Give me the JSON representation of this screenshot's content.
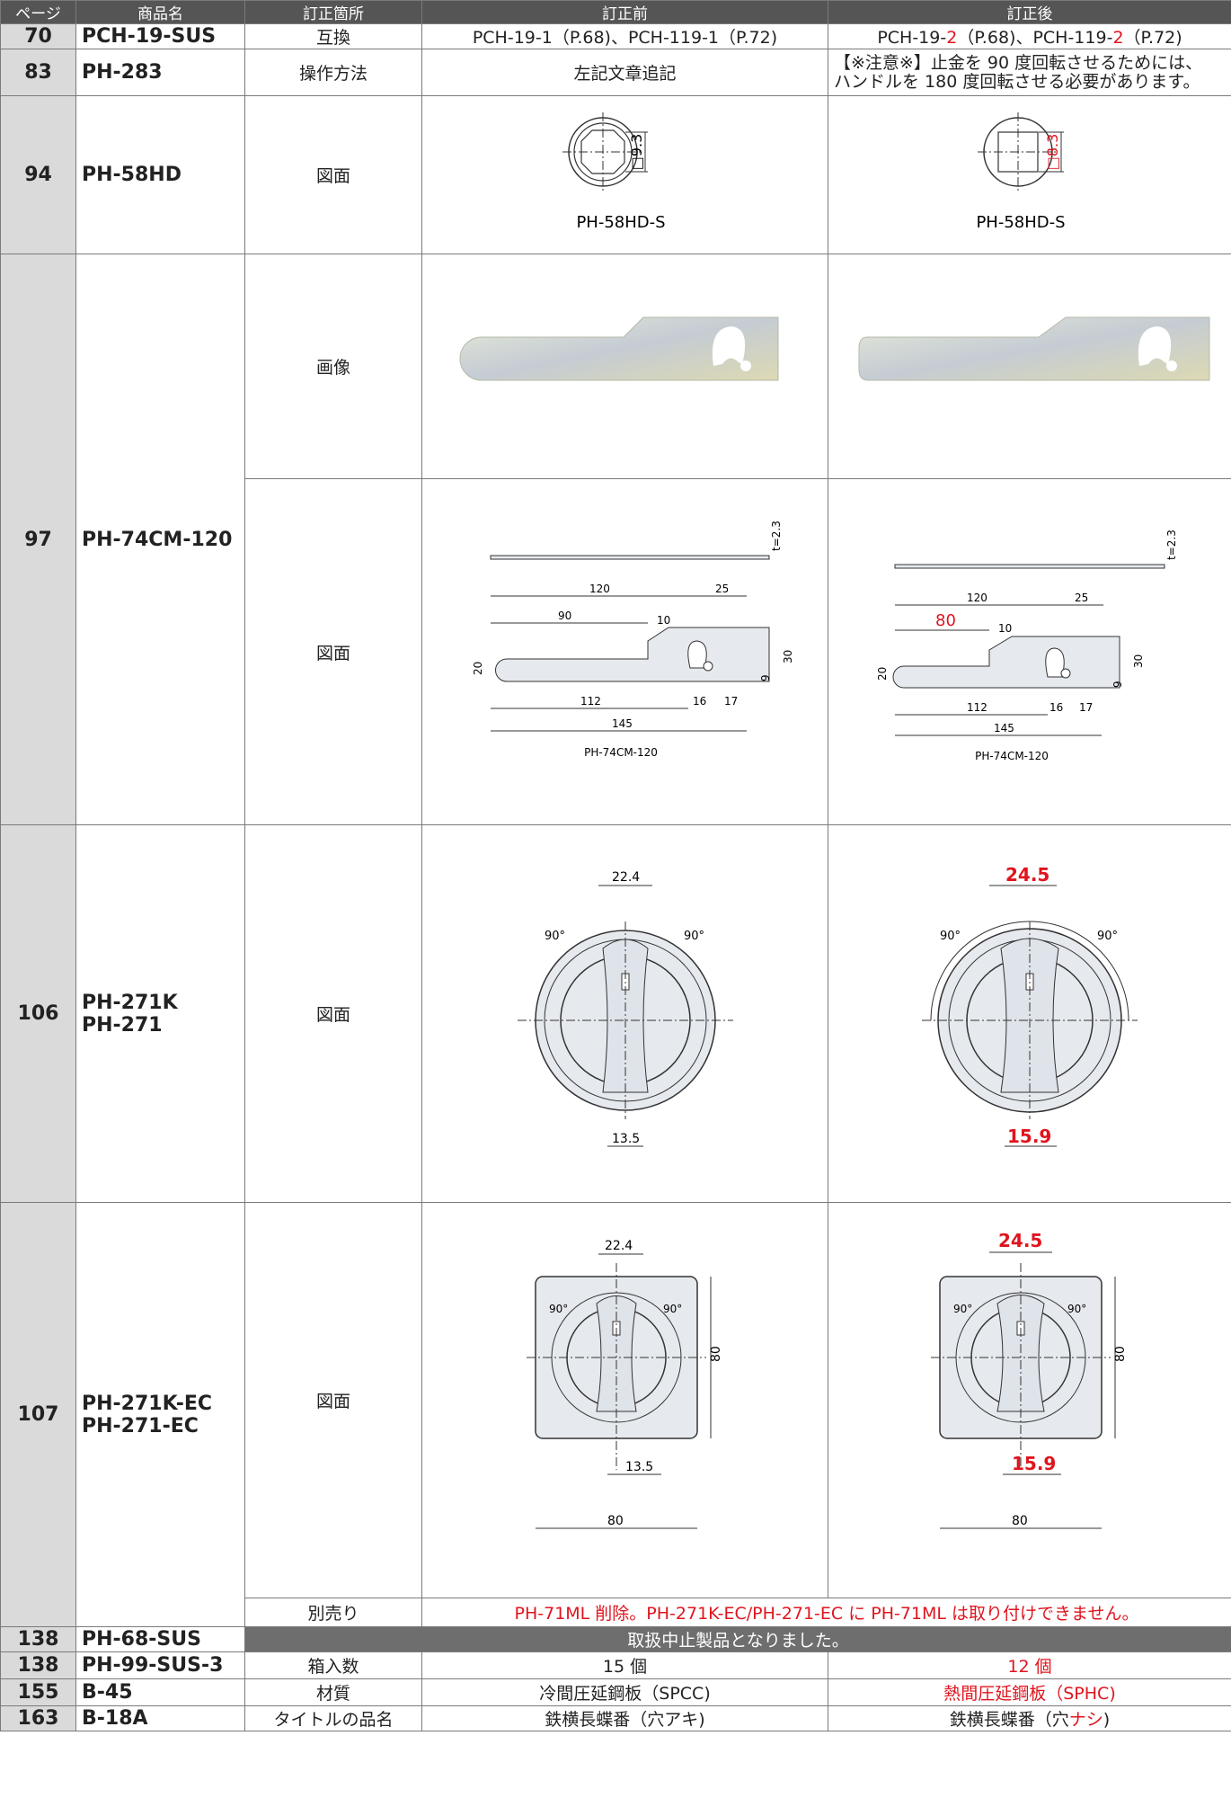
{
  "headers": {
    "page": "ページ",
    "product": "商品名",
    "location": "訂正箇所",
    "before": "訂正前",
    "after": "訂正後"
  },
  "rows": {
    "r70": {
      "page": "70",
      "product": "PCH-19-SUS",
      "location": "互換",
      "before": "PCH-19-1（P.68)、PCH-119-1（P.72)",
      "after_a": "PCH-19-",
      "after_b": "2",
      "after_c": "（P.68)、PCH-119-",
      "after_d": "2",
      "after_e": "（P.72)"
    },
    "r83": {
      "page": "83",
      "product": "PH-283",
      "location": "操作方法",
      "before": "左記文章追記",
      "after_line1": "【※注意※】止金を 90 度回転させるためには、",
      "after_line2": "ハンドルを 180 度回転させる必要があります。"
    },
    "r94": {
      "page": "94",
      "product": "PH-58HD",
      "location": "図面",
      "before_dim": "□9.3",
      "after_dim": "□8.3",
      "before_caption": "PH-58HD-S",
      "after_caption": "PH-58HD-S"
    },
    "r97": {
      "page": "97",
      "product": "PH-74CM-120",
      "location_a": "画像",
      "location_b": "図面",
      "dims": {
        "t": "t=2.3",
        "d120": "120",
        "d25": "25",
        "d90": "90",
        "d80": "80",
        "d10": "10",
        "d20": "20",
        "d30": "30",
        "d9": "9",
        "d112": "112",
        "d16": "16",
        "d17": "17",
        "d145": "145"
      },
      "caption": "PH-74CM-120"
    },
    "r106": {
      "page": "106",
      "product_1": "PH-271K",
      "product_2": "PH-271",
      "location": "図面",
      "before_top": "22.4",
      "before_bottom": "13.5",
      "after_top": "24.5",
      "after_bottom": "15.9",
      "angle": "90°"
    },
    "r107": {
      "page": "107",
      "product_1": "PH-271K-EC",
      "product_2": "PH-271-EC",
      "location": "図面",
      "before_top": "22.4",
      "before_bottom": "13.5",
      "after_top": "24.5",
      "after_bottom": "15.9",
      "side": "80",
      "bottom": "80",
      "angle": "90°",
      "location_extra": "別売り",
      "extra_text": "PH-71ML 削除。PH-271K-EC/PH-271-EC に PH-71ML は取り付けできません。"
    },
    "r138a": {
      "page": "138",
      "product": "PH-68-SUS",
      "text": "取扱中止製品となりました。"
    },
    "r138b": {
      "page": "138",
      "product": "PH-99-SUS-3",
      "location": "箱入数",
      "before": "15 個",
      "after": "12 個"
    },
    "r155": {
      "page": "155",
      "product": "B-45",
      "location": "材質",
      "before": "冷間圧延鋼板（SPCC)",
      "after": "熱間圧延鋼板（SPHC)"
    },
    "r163": {
      "page": "163",
      "product": "B-18A",
      "location": "タイトルの品名",
      "before": "鉄横長蝶番（穴アキ)",
      "after_a": "鉄横長蝶番（穴",
      "after_b": "ナシ",
      "after_c": ")"
    }
  },
  "colors": {
    "correction": "#e0141e",
    "header_bg": "#555555",
    "page_bg": "#dadada",
    "discontinued_bg": "#6e6e6e"
  }
}
